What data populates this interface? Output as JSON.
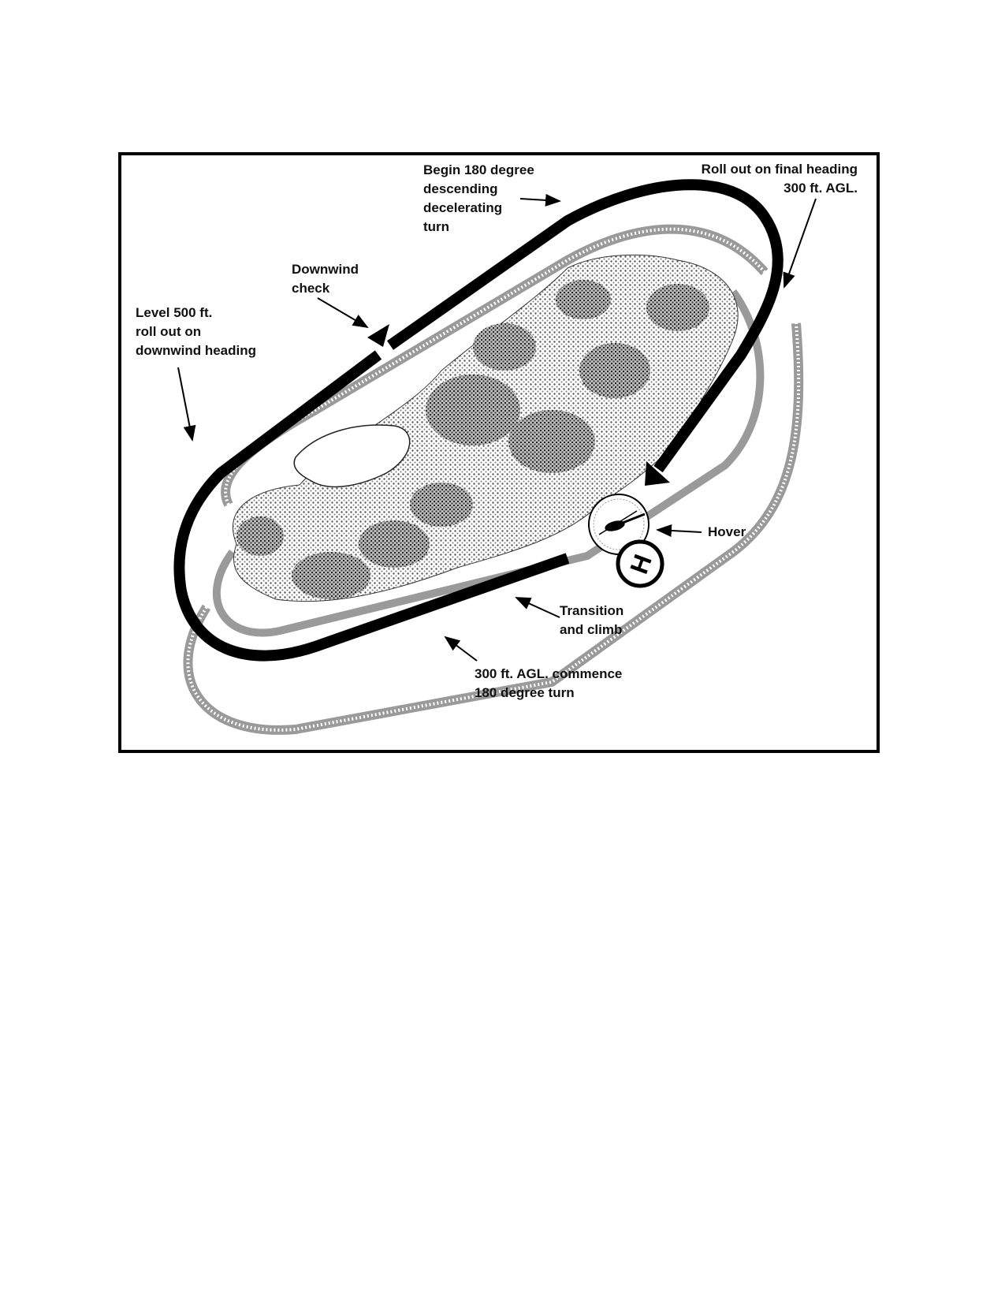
{
  "labels": {
    "begin_turn": "Begin 180 degree\ndescending\ndecelerating\nturn",
    "roll_out_final": "Roll out on final heading\n300 ft. AGL.",
    "downwind_check": "Downwind\ncheck",
    "level_500": "Level 500 ft.\nroll out on\ndownwind heading",
    "hover": "Hover",
    "transition_climb": "Transition\nand climb",
    "commence_turn": "300 ft. AGL. commence\n180 degree turn"
  },
  "helipad_letter": "H",
  "colors": {
    "pattern_line": "#000000",
    "ground_track": "#9a9a9a",
    "foliage": "#444444",
    "frame": "#000000"
  }
}
